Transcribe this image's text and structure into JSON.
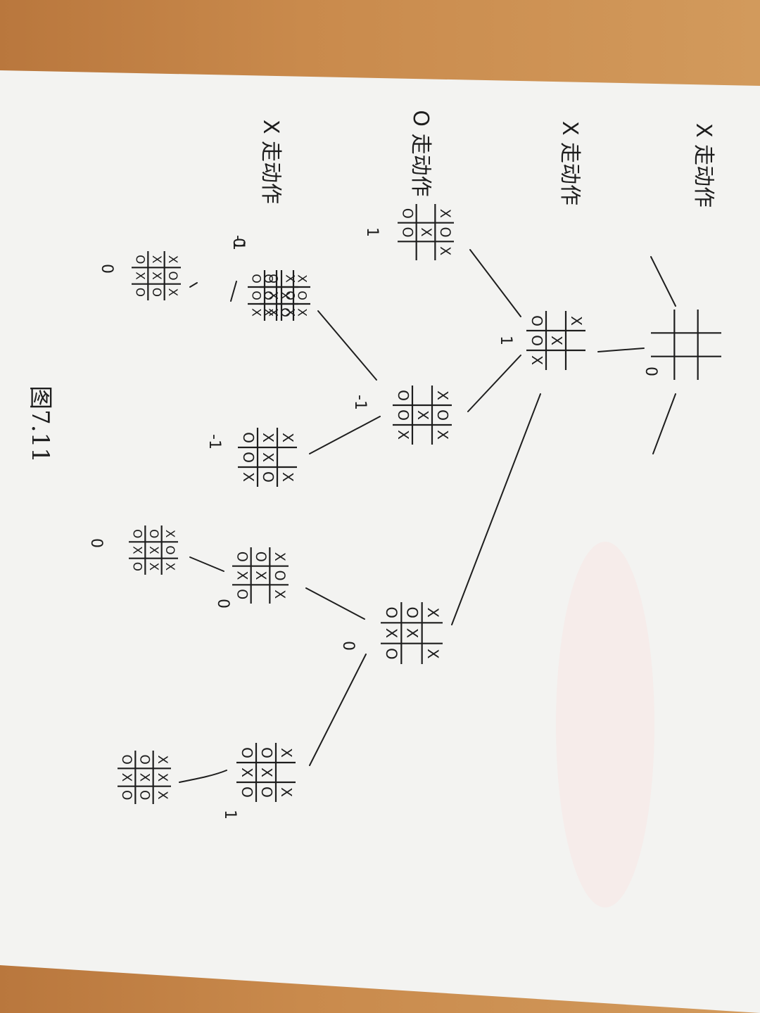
{
  "figure_label": "图7.11",
  "level_labels": [
    "X 走动作",
    "X 走动作",
    "O 走动作",
    "X 走动作"
  ],
  "boards": [
    {
      "id": "root",
      "cells": [
        "",
        "",
        "",
        "",
        "",
        "",
        "",
        "",
        ""
      ],
      "value": "0"
    },
    {
      "id": "b1",
      "cells": [
        "X",
        "",
        "",
        "",
        "X",
        "",
        "O",
        "O",
        "X"
      ],
      "value": "1"
    },
    {
      "id": "b2",
      "cells": [
        "X",
        "O",
        "X",
        "",
        "X",
        "",
        "O",
        "O",
        ""
      ],
      "value": "1"
    },
    {
      "id": "b3",
      "cells": [
        "X",
        "O",
        "X",
        "",
        "X",
        "",
        "O",
        "O",
        "X"
      ],
      "value": "-1"
    },
    {
      "id": "b4",
      "cells": [
        "X",
        "O",
        "X",
        "",
        "X",
        "O",
        "O",
        "O",
        "X"
      ],
      "value": "-1"
    },
    {
      "id": "b5",
      "cells": [
        "X",
        "",
        "X",
        "X",
        "X",
        "O",
        "O",
        "O",
        "X"
      ],
      "value": "-1"
    },
    {
      "id": "b6",
      "cells": [
        "X",
        "O",
        "X",
        "O",
        "X",
        "X",
        "O",
        "O",
        "X"
      ],
      "value": "0"
    },
    {
      "id": "b7",
      "cells": [
        "X",
        "O",
        "X",
        "X",
        "X",
        "O",
        "O",
        "X",
        "O"
      ],
      "value": "0"
    },
    {
      "id": "b8",
      "cells": [
        "X",
        "",
        "X",
        "O",
        "X",
        "",
        "O",
        "X",
        "O"
      ],
      "value": "0"
    },
    {
      "id": "b9",
      "cells": [
        "X",
        "O",
        "X",
        "O",
        "X",
        "",
        "O",
        "X",
        "O"
      ],
      "value": "0"
    },
    {
      "id": "b10",
      "cells": [
        "X",
        "O",
        "X",
        "O",
        "X",
        "X",
        "O",
        "X",
        "O"
      ],
      "value": "0"
    },
    {
      "id": "b11",
      "cells": [
        "X",
        "",
        "X",
        "O",
        "X",
        "O",
        "O",
        "X",
        "O"
      ],
      "value": "1"
    },
    {
      "id": "b12",
      "cells": [
        "X",
        "X",
        "X",
        "O",
        "X",
        "O",
        "O",
        "X",
        "O"
      ],
      "value": "1"
    }
  ]
}
